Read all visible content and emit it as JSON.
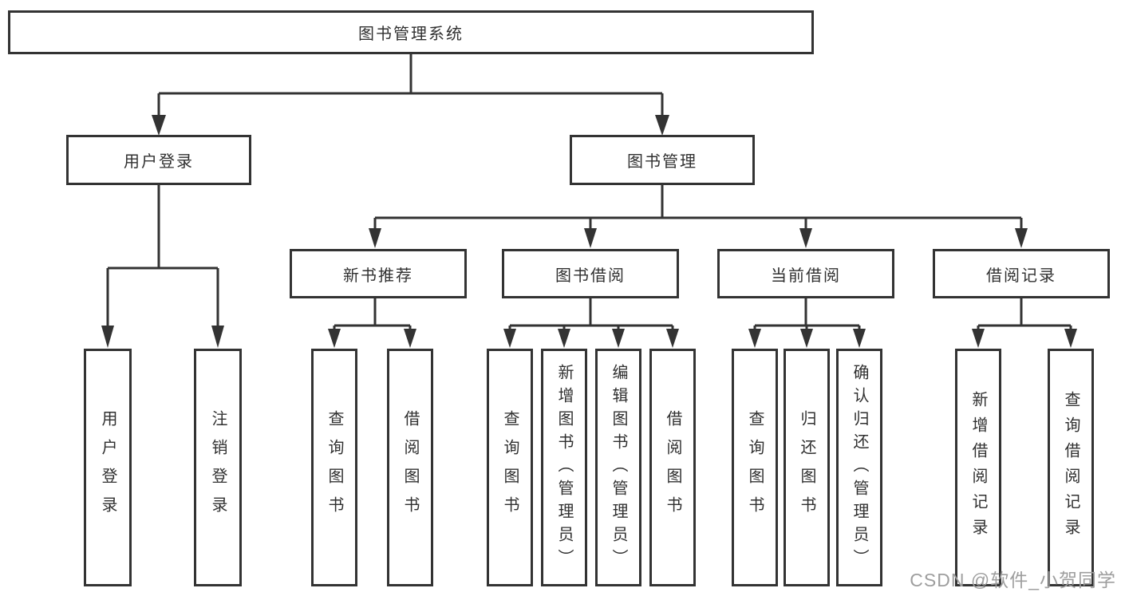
{
  "diagram_title": "图书管理系统",
  "colors": {
    "line": "#333333",
    "text": "#303030",
    "watermark": "#9e9e9e",
    "background": "#ffffff"
  },
  "nodes": {
    "root": "图书管理系统",
    "login": "用户登录",
    "mgmt": "图书管理",
    "rec": "新书推荐",
    "borrow": "图书借阅",
    "current": "当前借阅",
    "records": "借阅记录",
    "login_user": "用户登录",
    "login_logout": "注销登录",
    "rec_query": "查询图书",
    "rec_borrow": "借阅图书",
    "borrow_query": "查询图书",
    "borrow_add": "新增图书（管理员）",
    "borrow_edit": "编辑图书（管理员）",
    "borrow_lend": "借阅图书",
    "cur_query": "查询图书",
    "cur_return": "归还图书",
    "cur_confirm": "确认归还（管理员）",
    "recd_add": "新增借阅记录",
    "recd_query": "查询借阅记录"
  },
  "edges": [
    {
      "parent": "图书管理系统",
      "children": [
        "用户登录",
        "图书管理"
      ]
    },
    {
      "parent": "用户登录",
      "children": [
        "用户登录",
        "注销登录"
      ]
    },
    {
      "parent": "图书管理",
      "children": [
        "新书推荐",
        "图书借阅",
        "当前借阅",
        "借阅记录"
      ]
    },
    {
      "parent": "新书推荐",
      "children": [
        "查询图书",
        "借阅图书"
      ]
    },
    {
      "parent": "图书借阅",
      "children": [
        "查询图书",
        "新增图书（管理员）",
        "编辑图书（管理员）",
        "借阅图书"
      ]
    },
    {
      "parent": "当前借阅",
      "children": [
        "查询图书",
        "归还图书",
        "确认归还（管理员）"
      ]
    },
    {
      "parent": "借阅记录",
      "children": [
        "新增借阅记录",
        "查询借阅记录"
      ]
    }
  ],
  "watermark": "CSDN @软件_小贺同学"
}
